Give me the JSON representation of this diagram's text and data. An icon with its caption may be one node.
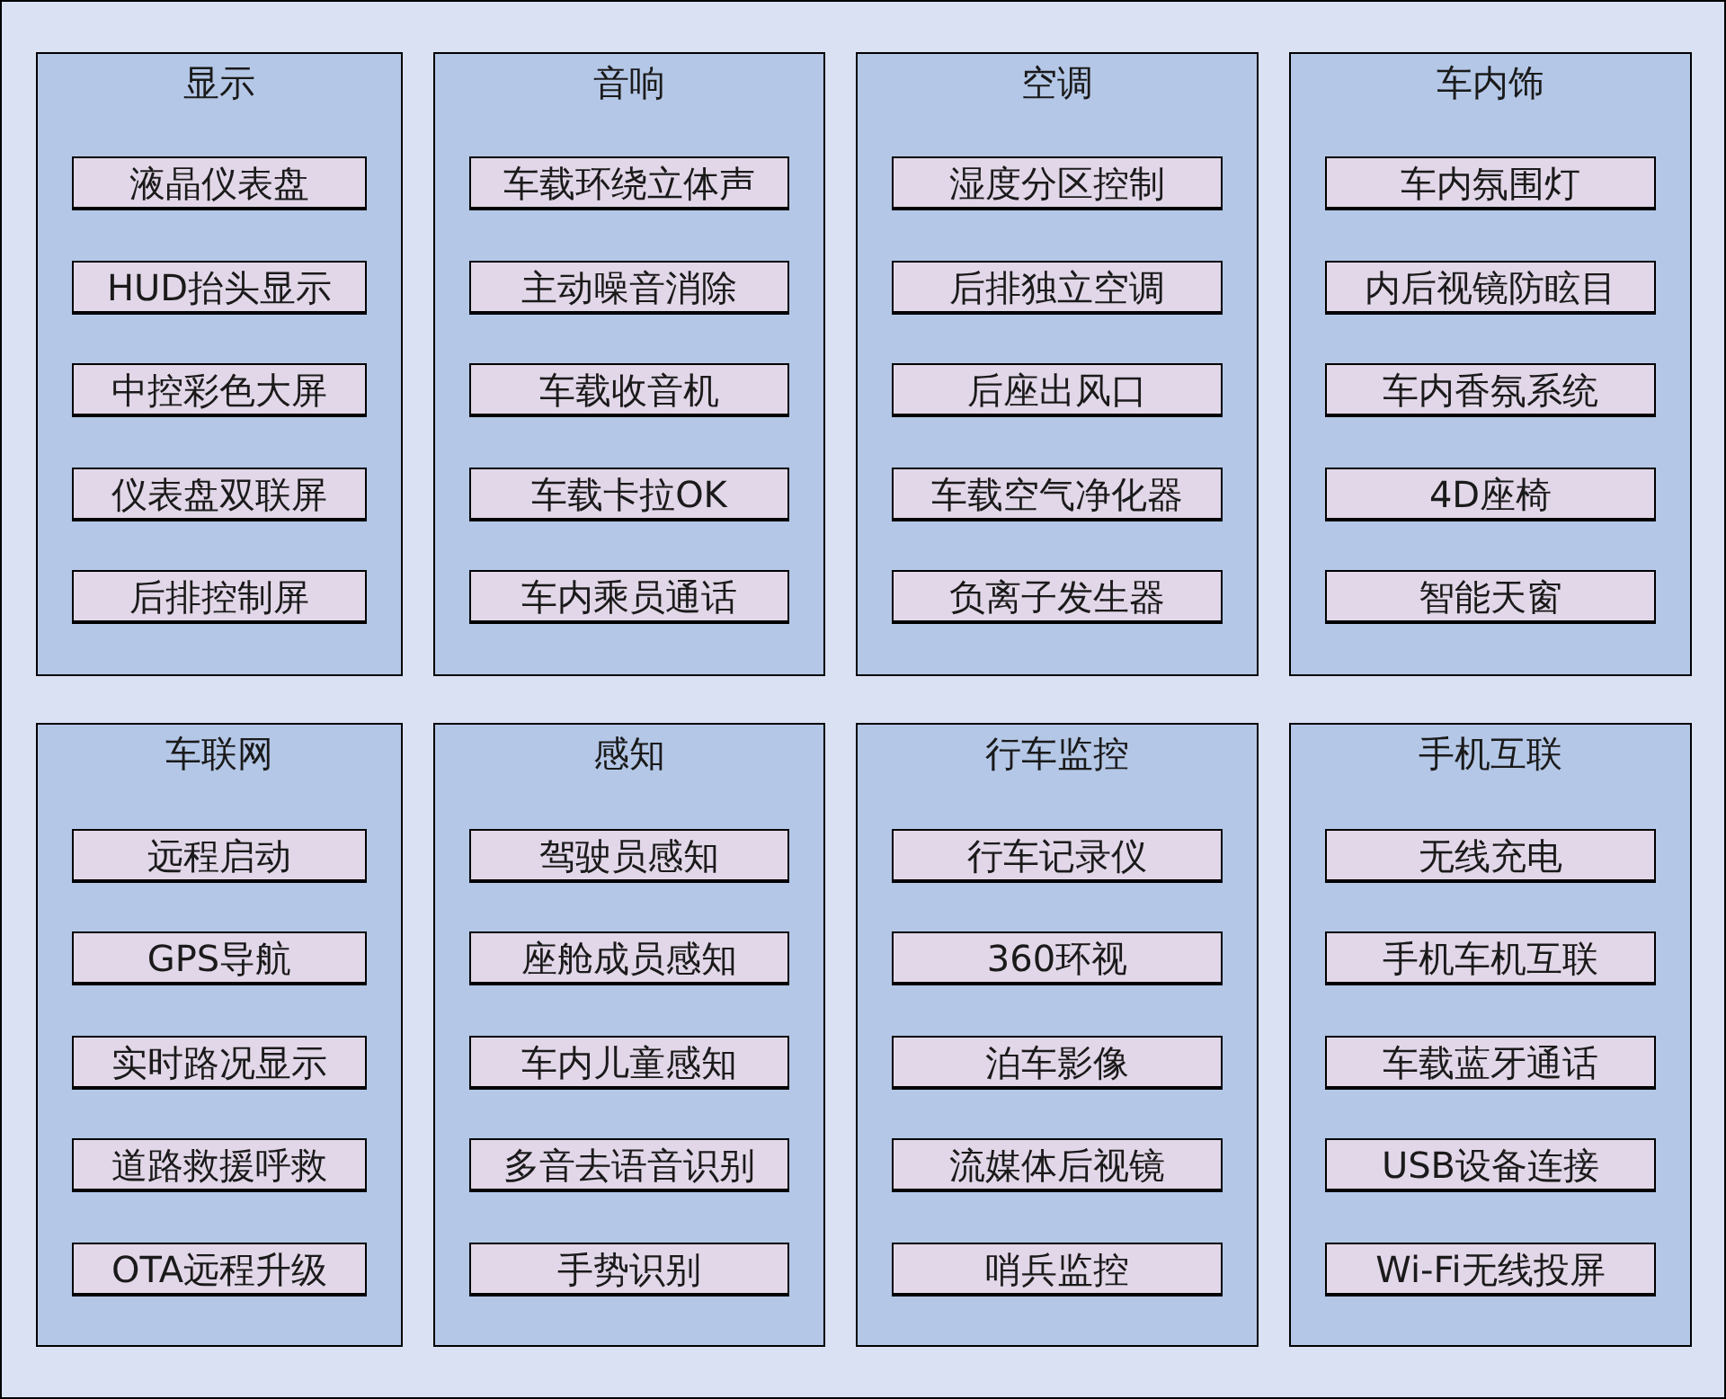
{
  "diagram": {
    "nodes": [
      {
        "text": [
          "显示"
        ]
      },
      {
        "text": [
          "液晶仪表盘"
        ],
        "in": 0
      },
      {
        "text": [
          "HUD抬头显示"
        ],
        "in": 0
      },
      {
        "text": [
          "中控彩色大屏"
        ],
        "in": 0
      },
      {
        "text": [
          "仪表盘双联屏"
        ],
        "in": 0
      },
      {
        "text": [
          "后排控制屏"
        ],
        "in": 0
      },
      {
        "text": [
          "音响"
        ]
      },
      {
        "text": [
          "车载环绕立体声"
        ],
        "in": 6
      },
      {
        "text": [
          "主动噪音消除"
        ],
        "in": 6
      },
      {
        "text": [
          "车载收音机"
        ],
        "in": 6
      },
      {
        "text": [
          "车载卡拉OK"
        ],
        "in": 6
      },
      {
        "text": [
          "车内乘员通话"
        ],
        "in": 6
      },
      {
        "text": [
          "空调"
        ]
      },
      {
        "text": [
          "湿度分区控制"
        ],
        "in": 12
      },
      {
        "text": [
          "后排独立空调"
        ],
        "in": 12
      },
      {
        "text": [
          "后座出风口"
        ],
        "in": 12
      },
      {
        "text": [
          "车载空气净化器"
        ],
        "in": 12
      },
      {
        "text": [
          "负离子发生器"
        ],
        "in": 12
      },
      {
        "text": [
          "车内饰"
        ]
      },
      {
        "text": [
          "车内氛围灯"
        ],
        "in": 18
      },
      {
        "text": [
          "内后视镜防眩目"
        ],
        "in": 18
      },
      {
        "text": [
          "车内香氛系统"
        ],
        "in": 18
      },
      {
        "text": [
          "4D座椅"
        ],
        "in": 18
      },
      {
        "text": [
          "智能天窗"
        ],
        "in": 18
      },
      {
        "text": [
          "车联网"
        ]
      },
      {
        "text": [
          "远程启动"
        ],
        "in": 24
      },
      {
        "text": [
          "GPS导航"
        ],
        "in": 24
      },
      {
        "text": [
          "实时路况显示"
        ],
        "in": 24
      },
      {
        "text": [
          "道路救援呼救"
        ],
        "in": 24
      },
      {
        "text": [
          "OTA远程升级"
        ],
        "in": 24
      },
      {
        "text": [
          "感知"
        ]
      },
      {
        "text": [
          "驾驶员感知"
        ],
        "in": 30
      },
      {
        "text": [
          "座舱成员感知"
        ],
        "in": 30
      },
      {
        "text": [
          "车内儿童感知"
        ],
        "in": 30
      },
      {
        "text": [
          "多音去语音识别"
        ],
        "in": 30
      },
      {
        "text": [
          "手势识别"
        ],
        "in": 30
      },
      {
        "text": [
          "行车监控"
        ]
      },
      {
        "text": [
          "行车记录仪"
        ],
        "in": 36
      },
      {
        "text": [
          "360环视"
        ],
        "in": 36
      },
      {
        "text": [
          "泊车影像"
        ],
        "in": 36
      },
      {
        "text": [
          "流媒体后视镜"
        ],
        "in": 36
      },
      {
        "text": [
          "哨兵监控"
        ],
        "in": 36
      },
      {
        "text": [
          "手机互联"
        ]
      },
      {
        "text": [
          "无线充电"
        ],
        "in": 42
      },
      {
        "text": [
          "手机车机互联"
        ],
        "in": 42
      },
      {
        "text": [
          "车载蓝牙通话"
        ],
        "in": 42
      },
      {
        "text": [
          "USB设备连接"
        ],
        "in": 42
      },
      {
        "text": [
          "Wi-Fi无线投屏"
        ],
        "in": 42
      }
    ]
  }
}
